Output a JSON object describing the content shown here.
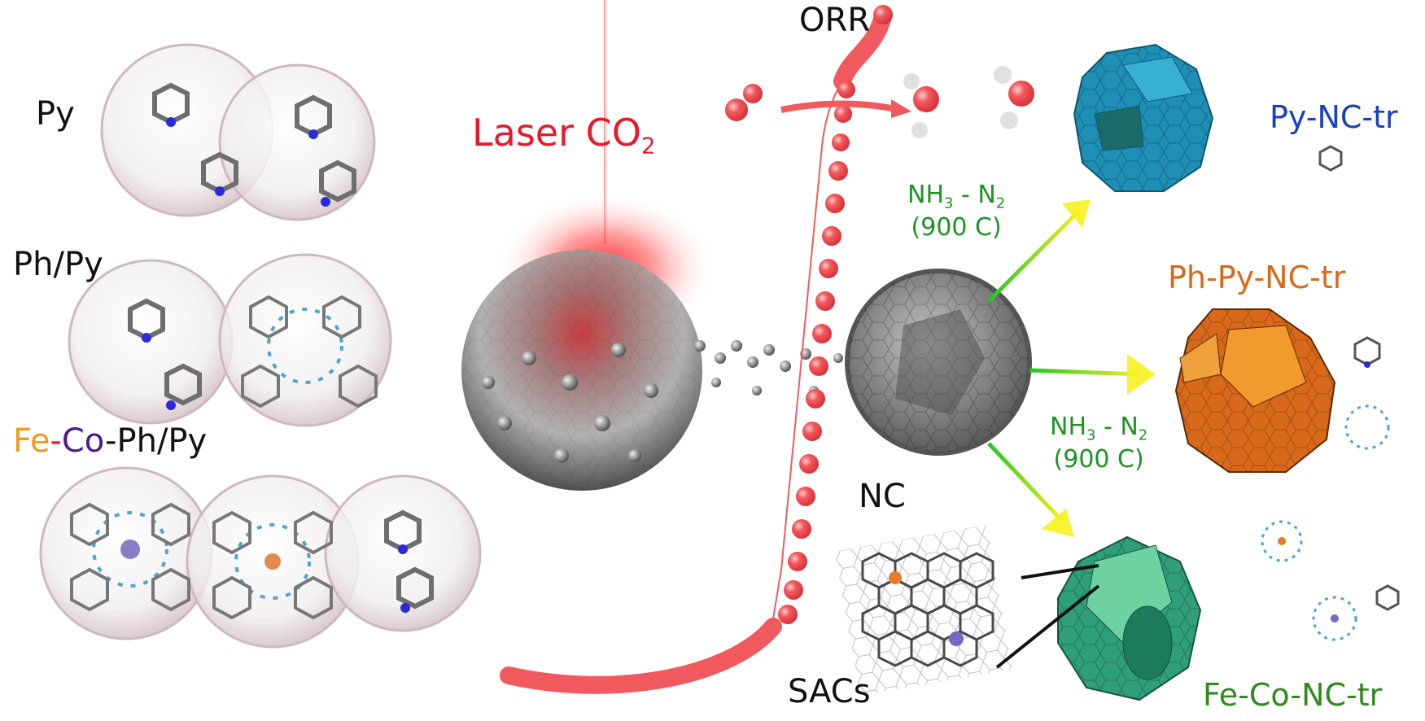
{
  "figure": {
    "type": "graphical-abstract",
    "colors": {
      "laser_red": "#e8192c",
      "orr_chain_red": "#f05a5e",
      "process_green": "#1e9424",
      "py_nc_blue": "#1a3fbf",
      "ph_py_orange": "#d9691a",
      "fe_co_green": "#2f8a1f",
      "fe_orange": "#f39a1e",
      "co_purple": "#4b1a8c",
      "dash_red": "#e8192c",
      "pyNC_polyhedron": "#1f8fb5",
      "phPy_polyhedron": "#e07322",
      "feCo_polyhedron": "#2f9e7a",
      "nc_polyhedron": "#8a8a8a"
    }
  },
  "precursors": {
    "py_label": "Py",
    "phpy_label": "Ph/Py",
    "fecophpy_label": {
      "fe": "Fe",
      "dash1": "-",
      "co": "Co",
      "rest": "-Ph/Py"
    }
  },
  "center": {
    "laser_label": "Laser CO",
    "laser_sub": "2",
    "orr_label": "ORR",
    "nc_label": "NC",
    "sacs_label": "SACs"
  },
  "treatment": {
    "upper": {
      "line1_a": "NH",
      "line1_sub1": "3",
      "line1_b": " - N",
      "line1_sub2": "2",
      "line2": "(900 C)"
    },
    "lower": {
      "line1_a": "NH",
      "line1_sub1": "3",
      "line1_b": " - N",
      "line1_sub2": "2",
      "line2": "(900 C)"
    }
  },
  "products": {
    "py_nc_tr": "Py-NC-tr",
    "ph_py_nc_tr": "Ph-Py-NC-tr",
    "fe_co_nc_tr": "Fe-Co-NC-tr"
  }
}
